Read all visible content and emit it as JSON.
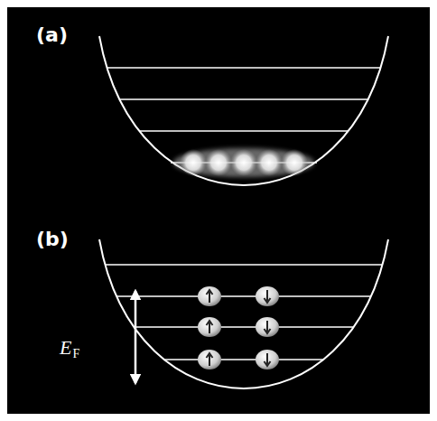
{
  "diagram": {
    "labels": [
      "(a)",
      "(b)",
      "E",
      "F"
    ]
  }
}
